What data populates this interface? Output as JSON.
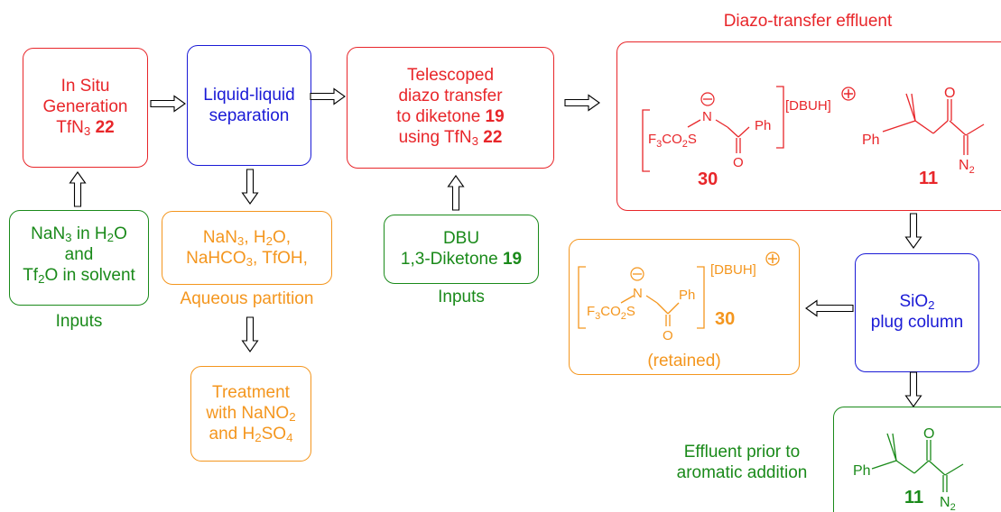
{
  "header": {
    "effluent_title": "Diazo-transfer effluent"
  },
  "boxes": {
    "generation": {
      "line1": "In Situ",
      "line2": "Generation",
      "line3_pre": "TfN",
      "line3_sub": "3",
      "line3_bold": "22"
    },
    "separation": {
      "line1": "Liquid-liquid",
      "line2": "separation"
    },
    "telescoped": {
      "line1": "Telescoped",
      "line2": "diazo transfer",
      "line3_pre": "to diketone ",
      "line3_bold": "19",
      "line4_pre": "using TfN",
      "line4_sub": "3",
      "line4_bold": "22"
    },
    "inputs1": {
      "line1_pre": "NaN",
      "line1_sub": "3",
      "line1_post": " in H",
      "line1_sub2": "2",
      "line1_post2": "O",
      "line2": "and",
      "line3_pre": "Tf",
      "line3_sub": "2",
      "line3_post": "O in solvent"
    },
    "aqueous": {
      "line1_pre": "NaN",
      "line1_sub": "3",
      "line1_post": ", H",
      "line1_sub2": "2",
      "line1_post2": "O,",
      "line2_pre": "NaHCO",
      "line2_sub": "3",
      "line2_post": ", TfOH,"
    },
    "inputs2": {
      "line1": "DBU",
      "line2_pre": "1,3-Diketone ",
      "line2_bold": "19"
    },
    "treatment": {
      "line1": "Treatment",
      "line2_pre": "with NaNO",
      "line2_sub": "2",
      "line2_post": "",
      "line3_pre": "and H",
      "line3_sub": "2",
      "line3_mid": "SO",
      "line3_sub2": "4"
    },
    "column": {
      "line1_pre": "SiO",
      "line1_sub": "2",
      "line2": "plug column"
    }
  },
  "captions": {
    "inputs_left": "Inputs",
    "aqueous_partition": "Aqueous partition",
    "inputs_middle": "Inputs",
    "retained": "(retained)",
    "effluent_prior_1": "Effluent prior to",
    "effluent_prior_2": "aromatic addition"
  },
  "molecules": {
    "salt_label": "[DBUH]",
    "compound_30": "30",
    "compound_11": "11"
  }
}
